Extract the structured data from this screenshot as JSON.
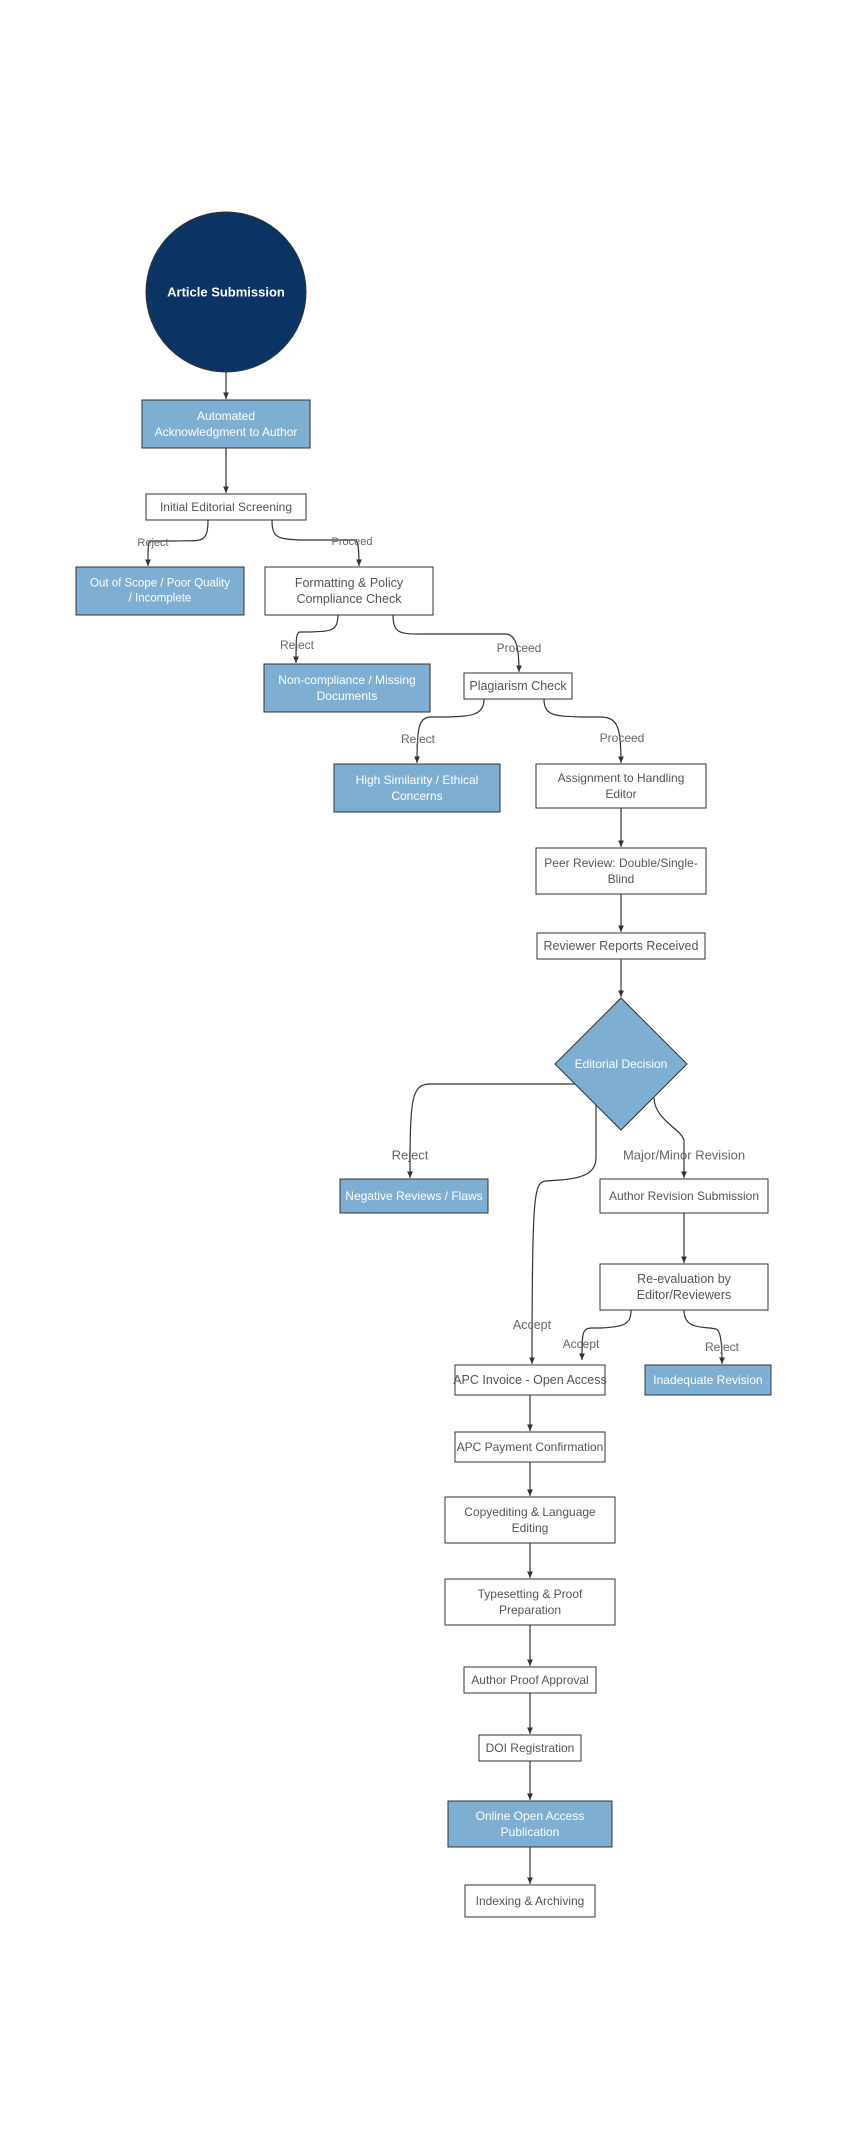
{
  "colors": {
    "dark_navy": "#0b3364",
    "accent_blue": "#7faed3",
    "box_stroke": "#333333",
    "edge_stroke": "#333333",
    "text_dark": "#555555",
    "text_light": "#ffffff",
    "label_text": "#666666"
  },
  "nodes": {
    "article_submission": {
      "lines": [
        "Article Submission"
      ]
    },
    "auto_ack": {
      "lines": [
        "Automated",
        "Acknowledgment to Author"
      ]
    },
    "initial_screening": {
      "lines": [
        "Initial Editorial Screening"
      ]
    },
    "out_of_scope": {
      "lines": [
        "Out of Scope / Poor Quality",
        "/ Incomplete"
      ]
    },
    "formatting_check": {
      "lines": [
        "Formatting & Policy",
        "Compliance Check"
      ]
    },
    "non_compliance": {
      "lines": [
        "Non-compliance / Missing",
        "Documents"
      ]
    },
    "plagiarism_check": {
      "lines": [
        "Plagiarism Check"
      ]
    },
    "high_similarity": {
      "lines": [
        "High Similarity / Ethical",
        "Concerns"
      ]
    },
    "handling_editor": {
      "lines": [
        "Assignment to Handling",
        "Editor"
      ]
    },
    "peer_review": {
      "lines": [
        "Peer Review: Double/Single-",
        "Blind"
      ]
    },
    "reviewer_reports": {
      "lines": [
        "Reviewer Reports Received"
      ]
    },
    "editorial_decision": {
      "lines": [
        "Editorial Decision"
      ]
    },
    "negative_reviews": {
      "lines": [
        "Negative Reviews / Flaws"
      ]
    },
    "author_revision": {
      "lines": [
        "Author Revision Submission"
      ]
    },
    "re_evaluation": {
      "lines": [
        "Re-evaluation by",
        "Editor/Reviewers"
      ]
    },
    "inadequate_revision": {
      "lines": [
        "Inadequate Revision"
      ]
    },
    "apc_invoice": {
      "lines": [
        "APC Invoice - Open Access"
      ]
    },
    "apc_payment": {
      "lines": [
        "APC Payment Confirmation"
      ]
    },
    "copyediting": {
      "lines": [
        "Copyediting & Language",
        "Editing"
      ]
    },
    "typesetting": {
      "lines": [
        "Typesetting & Proof",
        "Preparation"
      ]
    },
    "proof_approval": {
      "lines": [
        "Author Proof Approval"
      ]
    },
    "doi_registration": {
      "lines": [
        "DOI Registration"
      ]
    },
    "online_publication": {
      "lines": [
        "Online Open Access",
        "Publication"
      ]
    },
    "indexing": {
      "lines": [
        "Indexing & Archiving"
      ]
    }
  },
  "edge_labels": {
    "screening_reject": "Reject",
    "screening_proceed": "Proceed",
    "formatting_reject": "Reject",
    "formatting_proceed": "Proceed",
    "plagiarism_reject": "Reject",
    "plagiarism_proceed": "Proceed",
    "decision_reject": "Reject",
    "decision_revision": "Major/Minor Revision",
    "decision_accept": "Accept",
    "reeval_accept": "Accept",
    "reeval_reject": "Reject"
  }
}
